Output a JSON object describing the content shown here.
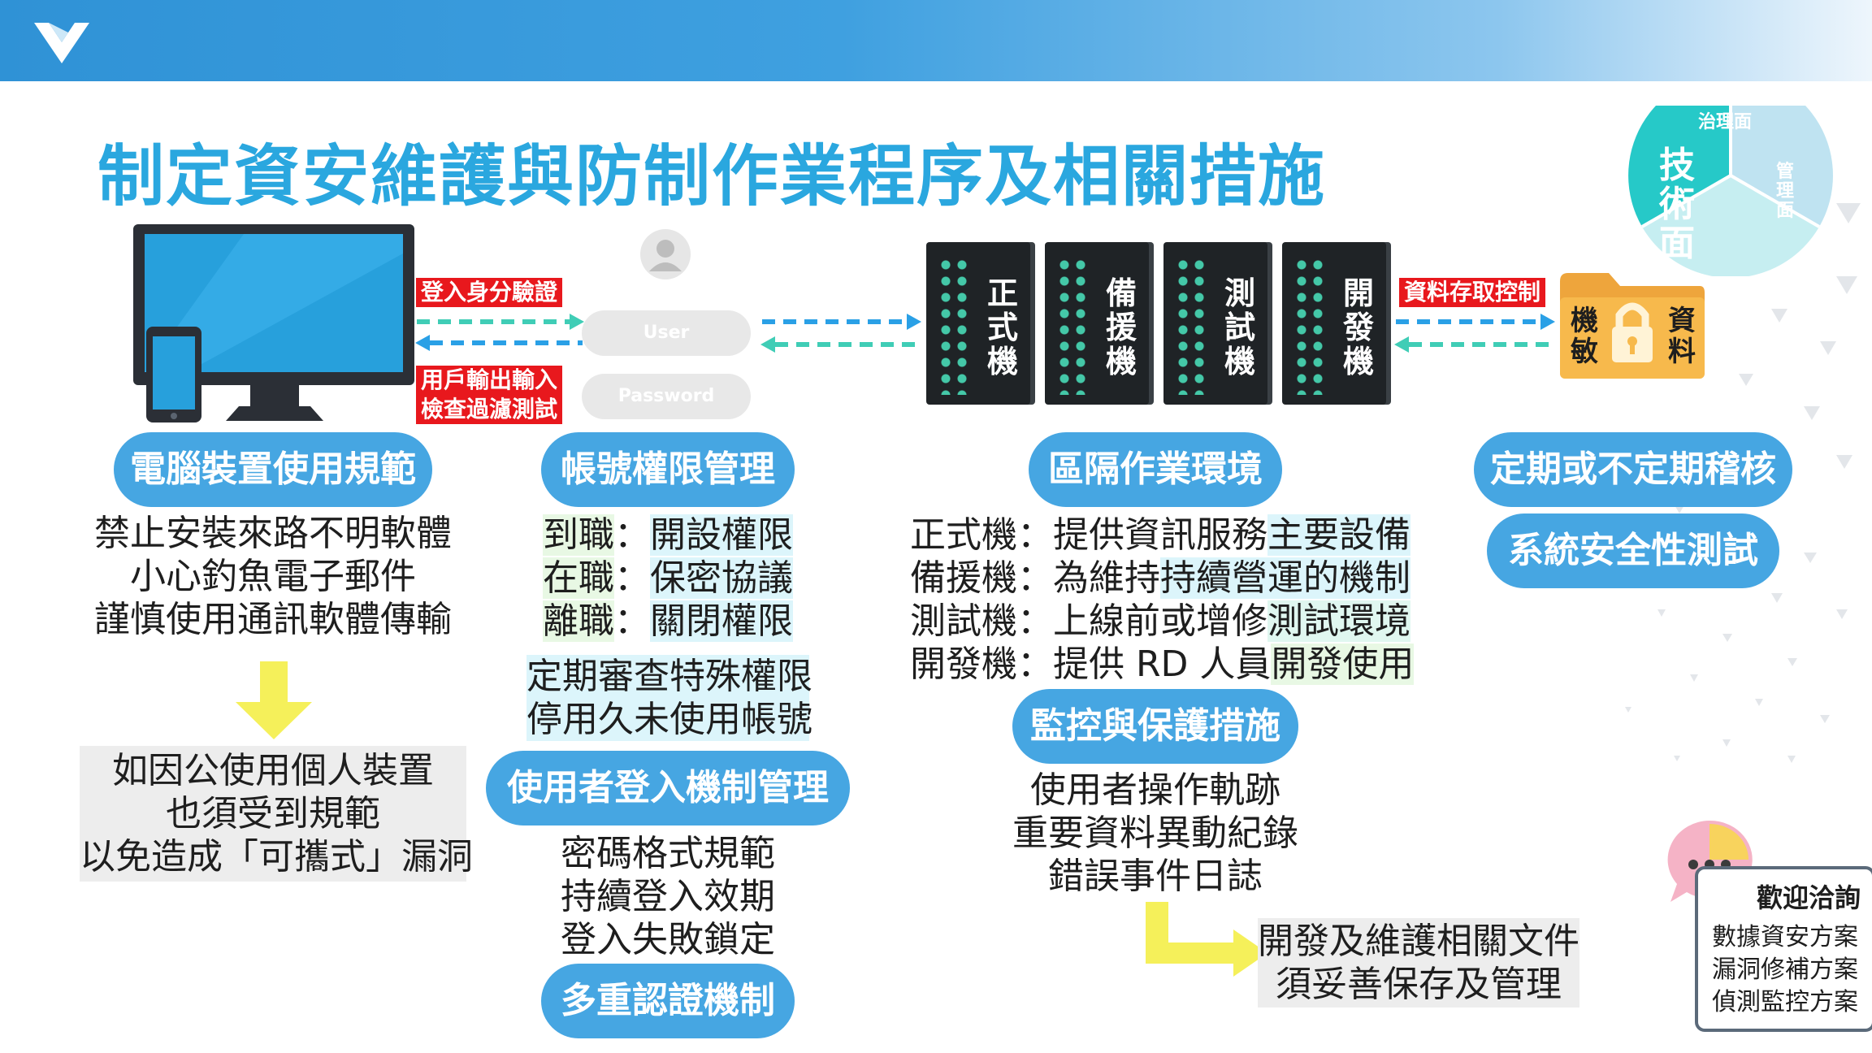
{
  "title": "制定資安維護與防制作業程序及相關措施",
  "wheel": {
    "segments": [
      "技術面",
      "治理面",
      "管理面"
    ]
  },
  "login": {
    "label_auth": "登入身分驗證",
    "label_check_line1": "用戶輸出輸入",
    "label_check_line2": "檢查過濾測試",
    "user_placeholder": "User",
    "password_placeholder": "Password"
  },
  "servers": [
    {
      "label": "正式機"
    },
    {
      "label": "備援機"
    },
    {
      "label": "測試機"
    },
    {
      "label": "開發機"
    }
  ],
  "data_access_label": "資料存取控制",
  "folder": {
    "left": "機敏",
    "right": "資料"
  },
  "col1": {
    "pill": "電腦裝置使用規範",
    "lines": [
      "禁止安裝來路不明軟體",
      "小心釣魚電子郵件",
      "謹慎使用通訊軟體傳輸"
    ],
    "box_lines": [
      "如因公使用個人裝置",
      "也須受到規範",
      "以免造成「可攜式」漏洞"
    ]
  },
  "col2": {
    "pill1": "帳號權限管理",
    "roles": [
      {
        "k": "到職",
        "v": "開設權限"
      },
      {
        "k": "在職",
        "v": "保密協議"
      },
      {
        "k": "離職",
        "v": "關閉權限"
      }
    ],
    "review_lines": [
      "定期審查特殊權限",
      "停用久未使用帳號"
    ],
    "pill2": "使用者登入機制管理",
    "login_lines": [
      "密碼格式規範",
      "持續登入效期",
      "登入失敗鎖定"
    ],
    "pill3": "多重認證機制"
  },
  "col3": {
    "pill1": "區隔作業環境",
    "env": [
      {
        "k": "正式機",
        "v1": "提供資訊服務",
        "v2": "主要設備"
      },
      {
        "k": "備援機",
        "v1": "為維持",
        "v2": "持續營運的機制"
      },
      {
        "k": "測試機",
        "v1": "上線前或增修",
        "v2": "測試環境"
      },
      {
        "k": "開發機",
        "v1": "提供 RD 人員",
        "v2": "開發使用"
      }
    ],
    "pill2": "監控與保護措施",
    "monitor_lines": [
      "使用者操作軌跡",
      "重要資料異動紀錄",
      "錯誤事件日誌"
    ],
    "doc_lines": [
      "開發及維護相關文件",
      "須妥善保存及管理"
    ]
  },
  "col4": {
    "pill1": "定期或不定期稽核",
    "pill2": "系統安全性測試"
  },
  "consult": {
    "title": "歡迎洽詢",
    "lines": [
      "數據資安方案",
      "漏洞修補方案",
      "偵測監控方案"
    ]
  },
  "colors": {
    "accent": "#46a6e2",
    "title": "#2aa7df",
    "red": "#e8181d",
    "wheel_dark": "#26c9c8",
    "arrow": "#f5f05a"
  }
}
